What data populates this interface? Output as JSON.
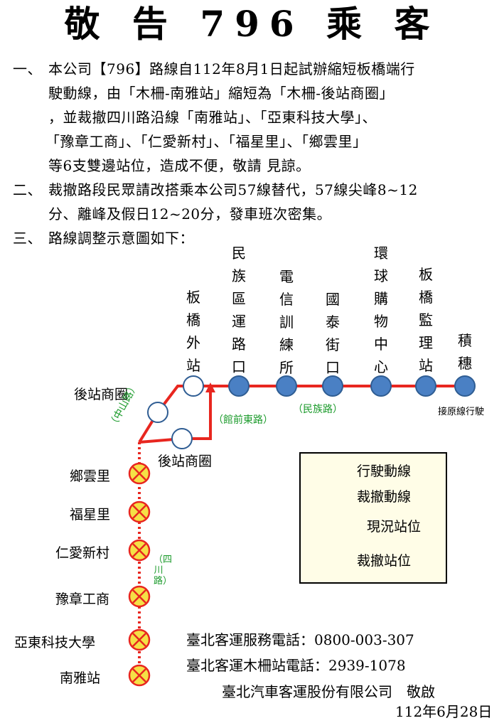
{
  "title": "敬 告 796 乘 客",
  "notice": {
    "item1": {
      "num": "一、",
      "lines": [
        "本公司【796】路線自112年8月1日起試辦縮短板橋端行",
        "駛動線，由「木柵-南雅站」縮短為「木柵-後站商圈」",
        "，並裁撤四川路沿線「南雅站」、「亞東科技大學」、",
        "「豫章工商」、「仁愛新村」、「福星里」、「鄉雲里」",
        "等6支雙邊站位，造成不便，敬請 見諒。"
      ]
    },
    "item2": {
      "num": "二、",
      "lines": [
        "裁撤路段民眾請改搭乘本公司57線替代，57線尖峰8~12",
        "分、離峰及假日12~20分，發車班次密集。"
      ]
    },
    "item3": {
      "num": "三、",
      "text": "路線調整示意圖如下："
    }
  },
  "map": {
    "top_stations": [
      "板橋外站",
      "民族區運路口",
      "電信訓練所",
      "國泰街口",
      "環球購物中心",
      "板橋監理站",
      "積穗"
    ],
    "houzhan_top": "後站商圈",
    "houzhan_bottom": "後站商圈",
    "road_guanqian": "（館前東路）",
    "road_minzu": "（民族路）",
    "continue_note": "接原線行駛",
    "road_zhongshan": "（中山路）",
    "road_sichuan": "（四川路）",
    "removed_stations": [
      "鄉雲里",
      "福星里",
      "仁愛新村",
      "豫章工商",
      "亞東科技大學",
      "南雅站"
    ],
    "colors": {
      "route": "#e8261f",
      "station_current": "#4a80c4",
      "removed_fill": "#f5e046"
    }
  },
  "legend": {
    "route_line": "行駛動線",
    "removed_line": "裁撤動線",
    "current_stop": "現況站位",
    "removed_stop": "裁撤站位"
  },
  "footer": {
    "phone1": "臺北客運服務電話：0800-003-307",
    "phone2": "臺北客運木柵站電話：2939-1078",
    "company": "臺北汽車客運股份有限公司　敬啟",
    "date": "112年6月28日"
  }
}
